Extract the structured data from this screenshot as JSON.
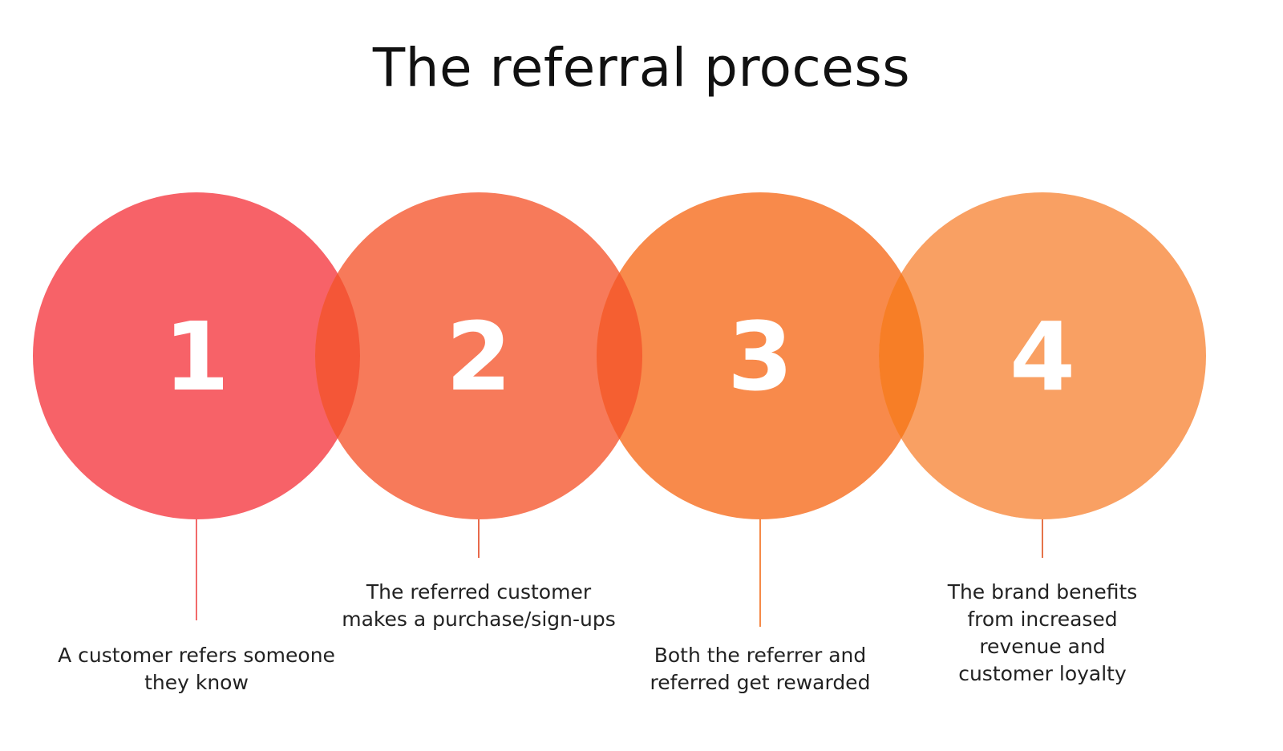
{
  "title": "The referral process",
  "steps": [
    {
      "number": "1",
      "label": "A customer refers someone they know",
      "color": "#f76268",
      "line_color": "#f26a6a"
    },
    {
      "number": "2",
      "label": "The referred customer makes a purchase/sign-ups",
      "color": "#f77a5a",
      "line_color": "#e86a4c"
    },
    {
      "number": "3",
      "label": "Both the referrer and referred get rewarded",
      "color": "#f88a4b",
      "line_color": "#f58a48"
    },
    {
      "number": "4",
      "label": "The brand benefits from increased revenue and customer loyalty",
      "color": "#f9a063",
      "line_color": "#e5744a"
    }
  ],
  "overlaps": [
    "#f45637",
    "#f55f31",
    "#f77e26"
  ]
}
